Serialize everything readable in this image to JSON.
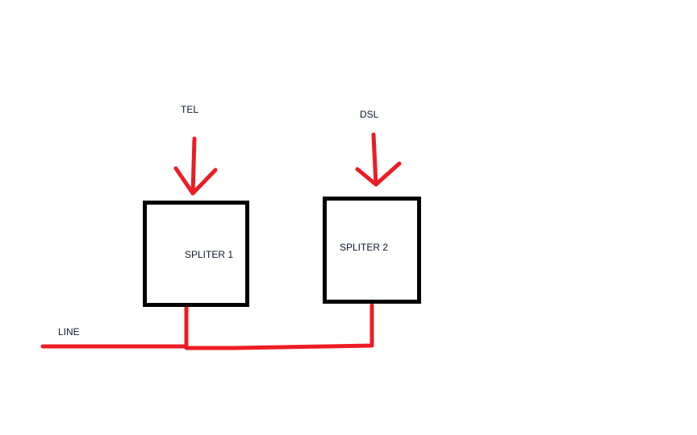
{
  "labels": {
    "tel": "TEL",
    "dsl": "DSL",
    "splitter1": "SPLITER 1",
    "splitter2": "SPLITER 2",
    "line": "LINE"
  },
  "colors": {
    "wire": "#ed1c24",
    "box": "#000000"
  }
}
